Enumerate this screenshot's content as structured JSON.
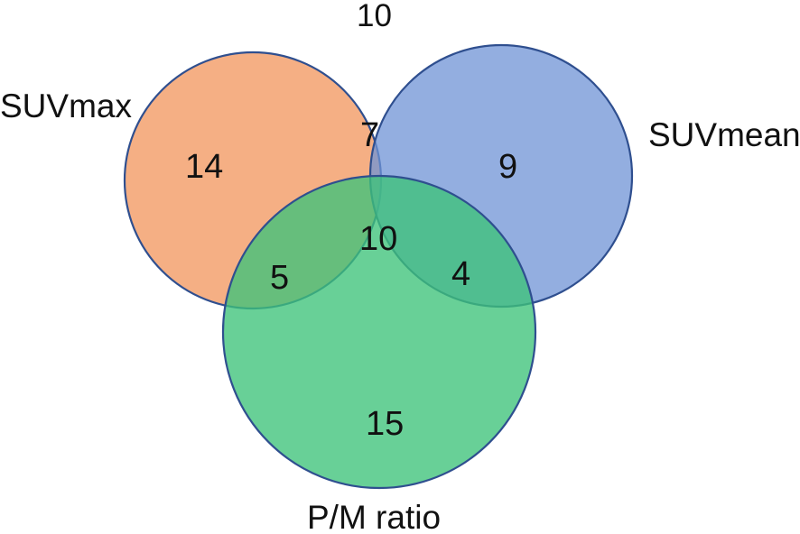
{
  "sets": [
    {
      "id": "suvmax",
      "label": "SUVmax",
      "fill": "#f4a677",
      "opacity": 0.9
    },
    {
      "id": "suvmean",
      "label": "SUVmean",
      "fill": "#6f93d6",
      "opacity": 0.75
    },
    {
      "id": "pm",
      "label": "P/M ratio",
      "fill": "#3dc37a",
      "opacity": 0.78
    }
  ],
  "regions": {
    "outside": "10",
    "suvmax_only": "14",
    "suvmean_only": "9",
    "pm_only": "15",
    "suvmax_suvmean": "7",
    "suvmax_pm": "5",
    "suvmean_pm": "4",
    "all_three": "10"
  },
  "colors": {
    "outline": "#2f4f8f",
    "text": "#111111",
    "background": "#ffffff"
  }
}
